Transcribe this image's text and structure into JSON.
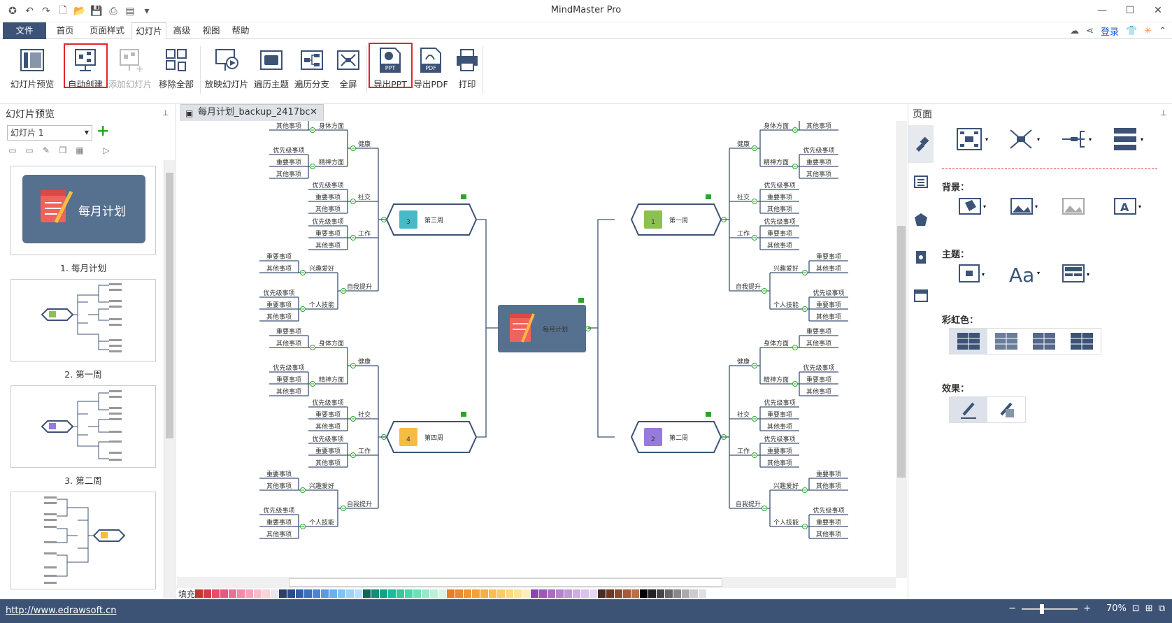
{
  "app": {
    "title": "MindMaster Pro"
  },
  "menu": {
    "file": "文件",
    "home": "首页",
    "page_style": "页面样式",
    "slides": "幻灯片",
    "advanced": "高级",
    "view": "视图",
    "help": "帮助",
    "login": "登录"
  },
  "ribbon": {
    "slide_preview": "幻灯片预览",
    "auto_create": "自动创建",
    "add_slide": "添加幻灯片",
    "remove_all": "移除全部",
    "play_slides": "放映幻灯片",
    "traverse_topic": "遍历主题",
    "traverse_branch": "遍历分支",
    "fullscreen": "全屏",
    "export_ppt": "导出PPT",
    "export_pdf": "导出PDF",
    "print": "打印",
    "ppt_badge": "PPT",
    "pdf_badge": "PDF"
  },
  "left_panel": {
    "title": "幻灯片预览",
    "selected_slide": "幻灯片 1",
    "thumb1_title": "每月计划",
    "labels": [
      "1. 每月计划",
      "2. 第一周",
      "3. 第二周"
    ]
  },
  "canvas": {
    "tab": "每月计划_backup_2417bc",
    "fill_label": "填充"
  },
  "map": {
    "center": "每月计划",
    "weeks": [
      {
        "num": "1",
        "label": "第一周",
        "color": "#8cc152"
      },
      {
        "num": "2",
        "label": "第二周",
        "color": "#967adc"
      },
      {
        "num": "3",
        "label": "第三周",
        "color": "#48b9c7"
      },
      {
        "num": "4",
        "label": "第四周",
        "color": "#f6bb42"
      }
    ],
    "cats": [
      "健康",
      "社交",
      "工作",
      "自我提升"
    ],
    "subs": [
      "身体方面",
      "精神方面",
      "兴趣爱好",
      "个人技能"
    ],
    "items": [
      "重要事项",
      "其他事项",
      "优先级事项"
    ]
  },
  "right_panel": {
    "title": "页面",
    "bg_label": "背景：",
    "theme_label": "主题：",
    "rainbow_label": "彩虹色：",
    "effect_label": "效果："
  },
  "status": {
    "link": "http://www.edrawsoft.cn",
    "zoom": "70%"
  },
  "colors": {
    "accent": "#3c5376",
    "highlight": "#e0262b",
    "line": "#3c5376"
  }
}
